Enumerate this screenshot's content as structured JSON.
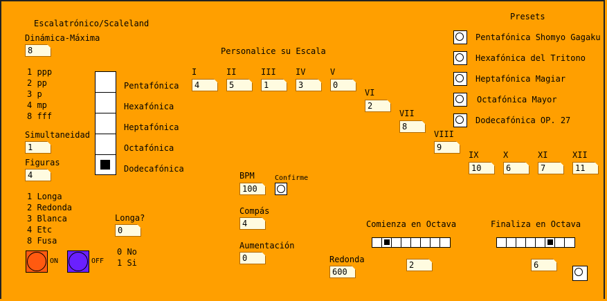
{
  "title": "Escalatrónico/Scaleland",
  "personalice": "Personalice su Escala",
  "dinamica": {
    "label": "Dinámica-Máxima",
    "value": "8",
    "options": [
      "1 ppp",
      "2 pp",
      "3 p",
      "4 mp",
      "8 fff"
    ]
  },
  "simultaneidad": {
    "label": "Simultaneidad",
    "value": "1"
  },
  "figuras": {
    "label": "Figuras",
    "value": "4",
    "options": [
      "1 Longa",
      "2 Redonda",
      "3 Blanca",
      "4 Etc",
      "8 Fusa"
    ]
  },
  "longa": {
    "label": "Longa?",
    "value": "0",
    "opt_no": "0 No",
    "opt_si": "1 Si"
  },
  "toggle": {
    "on_label": "ON",
    "off_label": "OFF",
    "on_color": "#ff5a10",
    "off_color": "#6a20ff"
  },
  "scale_types": [
    "Pentafónica",
    "Hexafónica",
    "Heptafónica",
    "Octafónica",
    "Dodecafónica"
  ],
  "scale_selected_index": 4,
  "degrees": [
    {
      "label": "I",
      "value": "4"
    },
    {
      "label": "II",
      "value": "5"
    },
    {
      "label": "III",
      "value": "1"
    },
    {
      "label": "IV",
      "value": "3"
    },
    {
      "label": "V",
      "value": "0"
    },
    {
      "label": "VI",
      "value": "2"
    },
    {
      "label": "VII",
      "value": "8"
    },
    {
      "label": "VIII",
      "value": "9"
    },
    {
      "label": "IX",
      "value": "10"
    },
    {
      "label": "X",
      "value": "6"
    },
    {
      "label": "XI",
      "value": "7"
    },
    {
      "label": "XII",
      "value": "11"
    }
  ],
  "bpm": {
    "label": "BPM",
    "value": "100",
    "confirm": "Confirme"
  },
  "compas": {
    "label": "Compás",
    "value": "4"
  },
  "aumentacion": {
    "label": "Aumentación",
    "value": "0"
  },
  "redonda": {
    "label": "Redonda",
    "value": "600"
  },
  "comienza": {
    "label": "Comienza en Octava",
    "selected": 1,
    "cells": 8,
    "value": "2"
  },
  "finaliza": {
    "label": "Finaliza en Octava",
    "selected": 5,
    "cells": 8,
    "value": "6"
  },
  "presets": {
    "label": "Presets",
    "items": [
      "Pentafónica Shomyo Gagaku",
      "Hexafónica del Tritono",
      "Heptafónica Magiar",
      "Octafónica Mayor",
      "Dodecafónica OP. 27"
    ]
  }
}
